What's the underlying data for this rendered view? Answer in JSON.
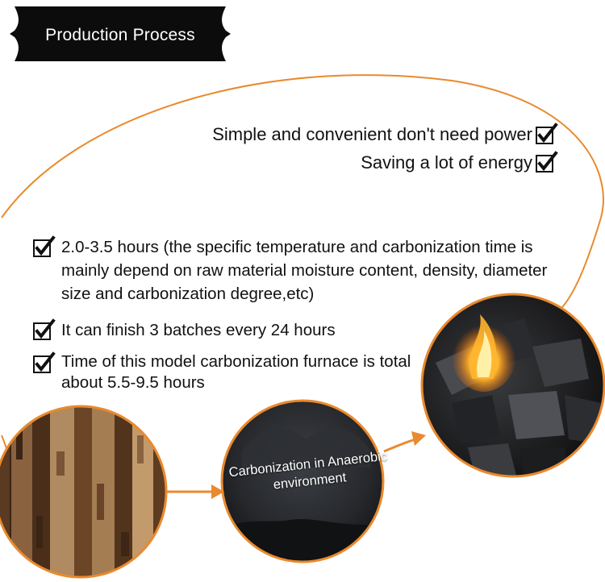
{
  "banner": {
    "title": "Production Process",
    "background_color": "#0c0c0c"
  },
  "features": [
    {
      "label": "Simple and convenient don't need power",
      "icon": "check-icon"
    },
    {
      "label": "Saving a lot of energy",
      "icon": "check-icon"
    }
  ],
  "bullets": [
    {
      "label": "2.0-3.5 hours (the specific temperature and carbonization time is mainly depend on raw material moisture content, density, diameter size and carbonization degree,etc)",
      "icon": "check-icon"
    },
    {
      "label": "It can finish 3 batches every 24 hours",
      "icon": "check-icon"
    },
    {
      "label": "Time of this model carbonization furnace is total about 5.5-9.5 hours",
      "icon": "check-icon"
    }
  ],
  "stages": {
    "wood": {
      "image": "wood-logs-photo"
    },
    "carbonization": {
      "label": "Carbonization in Anaerobic environment",
      "image": "dark-sky-photo"
    },
    "charcoal": {
      "image": "burning-charcoal-photo"
    }
  },
  "colors": {
    "accent": "#e98a2e",
    "text": "#111111"
  }
}
